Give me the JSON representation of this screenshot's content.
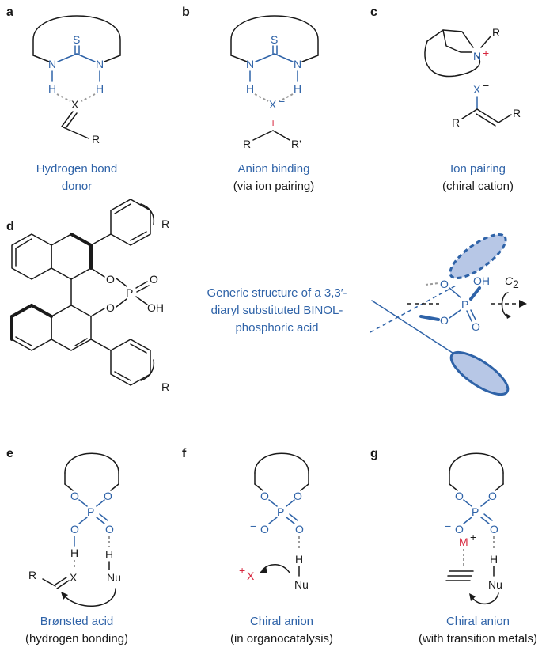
{
  "colors": {
    "blue": "#2f63a8",
    "red": "#d7263d",
    "black": "#1a1a1a",
    "grey": "#9a9a9a"
  },
  "panels": {
    "a": {
      "label": "a",
      "caption1": "Hydrogen bond",
      "caption2": "donor"
    },
    "b": {
      "label": "b",
      "caption1": "Anion binding",
      "caption2": "(via ion pairing)"
    },
    "c": {
      "label": "c",
      "caption1": "Ion pairing",
      "caption2": "(chiral cation)"
    },
    "d": {
      "label": "d",
      "caption1": "Generic structure of a 3,3′-",
      "caption2": "diaryl substituted BINOL-",
      "caption3": "phosphoric acid"
    },
    "e": {
      "label": "e",
      "caption1": "Brønsted acid",
      "caption2": "(hydrogen bonding)"
    },
    "f": {
      "label": "f",
      "caption1": "Chiral anion",
      "caption2": "(in organocatalysis)"
    },
    "g": {
      "label": "g",
      "caption1": "Chiral anion",
      "caption2": "(with transition metals)"
    }
  },
  "atoms": {
    "S": "S",
    "N": "N",
    "H": "H",
    "X": "X",
    "R": "R",
    "Rp": "R'",
    "O": "O",
    "P": "P",
    "OH": "OH",
    "Nu": "Nu",
    "M": "M",
    "plus": "+",
    "minus": "−",
    "C2": "C",
    "C2sub": "2"
  }
}
